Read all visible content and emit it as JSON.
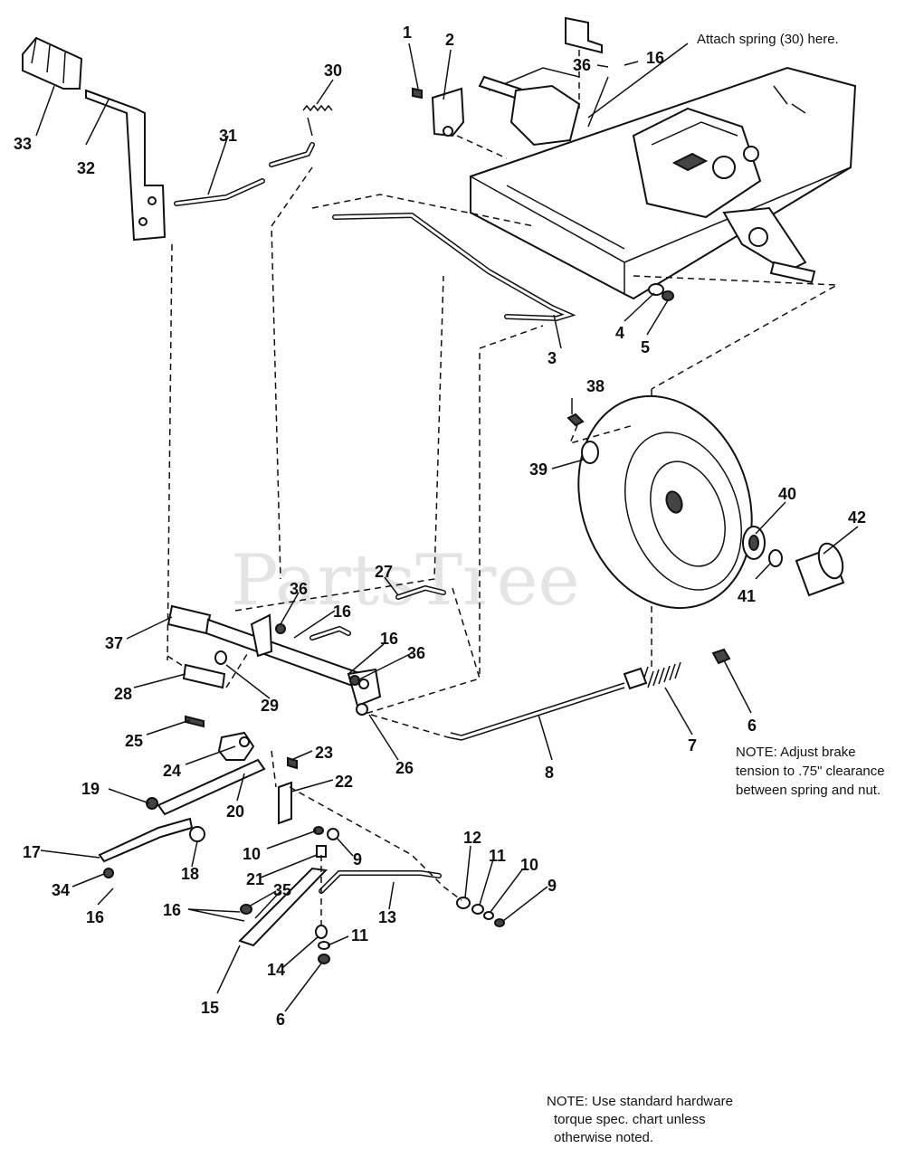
{
  "watermark": "PartsTree",
  "callouts": [
    "1",
    "2",
    "3",
    "4",
    "5",
    "6",
    "6",
    "7",
    "8",
    "9",
    "9",
    "10",
    "10",
    "11",
    "11",
    "12",
    "13",
    "14",
    "15",
    "16",
    "16",
    "16",
    "16",
    "16",
    "17",
    "18",
    "19",
    "20",
    "21",
    "22",
    "23",
    "24",
    "25",
    "26",
    "27",
    "28",
    "29",
    "30",
    "31",
    "32",
    "33",
    "34",
    "35",
    "36",
    "36",
    "36",
    "37",
    "38",
    "39",
    "40",
    "41",
    "42"
  ],
  "notes": {
    "attach_spring": "Attach spring (30) here.",
    "brake_line1": "NOTE: Adjust brake",
    "brake_line2": "tension to .75\" clearance",
    "brake_line3": "between spring and nut.",
    "hardware_line1": "NOTE: Use standard hardware",
    "hardware_line2": "torque spec. chart unless",
    "hardware_line3": "otherwise noted."
  }
}
